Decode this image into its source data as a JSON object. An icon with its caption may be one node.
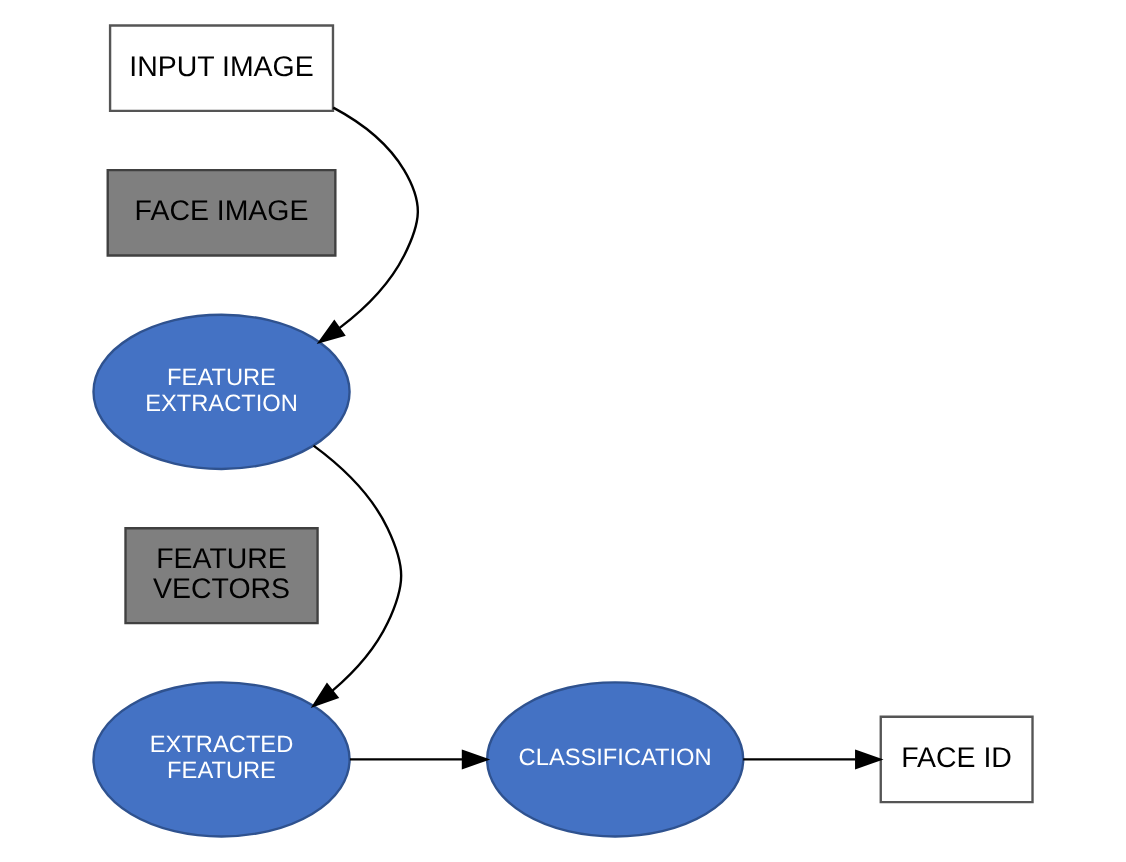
{
  "diagram": {
    "nodes": [
      {
        "text": [
          "INPUT IMAGE"
        ]
      },
      {
        "text": [
          "FACE IMAGE"
        ]
      },
      {
        "text": [
          "FEATURE EXTRACTION"
        ]
      },
      {
        "text": [
          "FEATURE VECTORS"
        ]
      },
      {
        "text": [
          "EXTRACTED FEATURE"
        ]
      },
      {
        "text": [
          "CLASSIFICATION"
        ]
      },
      {
        "text": [
          "FACE ID"
        ]
      }
    ],
    "edges": [
      {
        "from": 0,
        "to": 2,
        "arrow": "to"
      },
      {
        "from": 2,
        "to": 4,
        "arrow": "to"
      },
      {
        "from": 4,
        "to": 5,
        "arrow": "to"
      },
      {
        "from": 5,
        "to": 6,
        "arrow": "to"
      }
    ]
  }
}
